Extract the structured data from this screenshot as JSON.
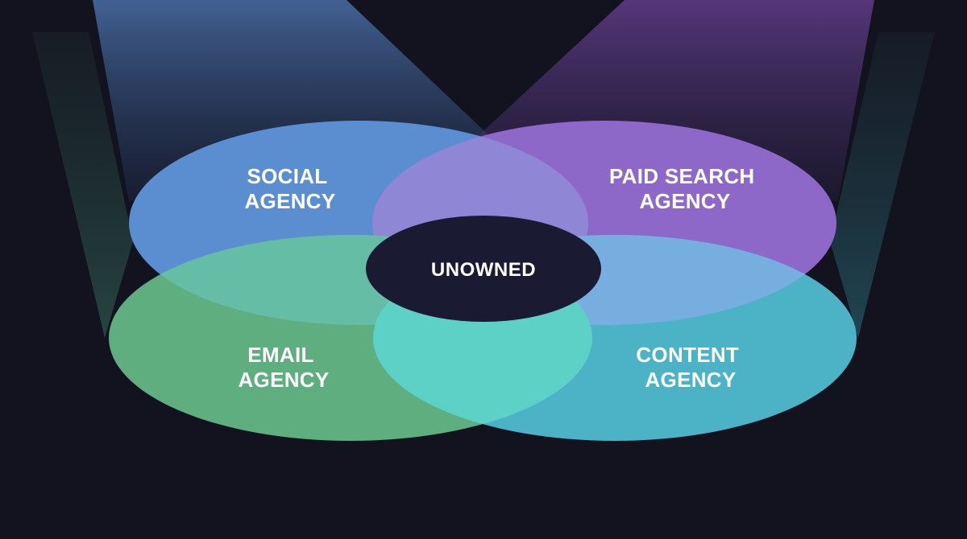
{
  "diagram": {
    "type": "venn-4",
    "regions": [
      {
        "id": "social",
        "line1": "SOCIAL",
        "line2": "AGENCY",
        "color": "#5b8ed0"
      },
      {
        "id": "paid_search",
        "line1": "PAID SEARCH",
        "line2": "AGENCY",
        "color": "#8e68c8"
      },
      {
        "id": "email",
        "line1": "EMAIL",
        "line2": "AGENCY",
        "color": "#5fae7f"
      },
      {
        "id": "content",
        "line1": "CONTENT",
        "line2": "AGENCY",
        "color": "#4cb3c7"
      }
    ],
    "center": {
      "label": "UNOWNED",
      "color": "#1a1b33"
    },
    "background_color": "#12131f"
  }
}
